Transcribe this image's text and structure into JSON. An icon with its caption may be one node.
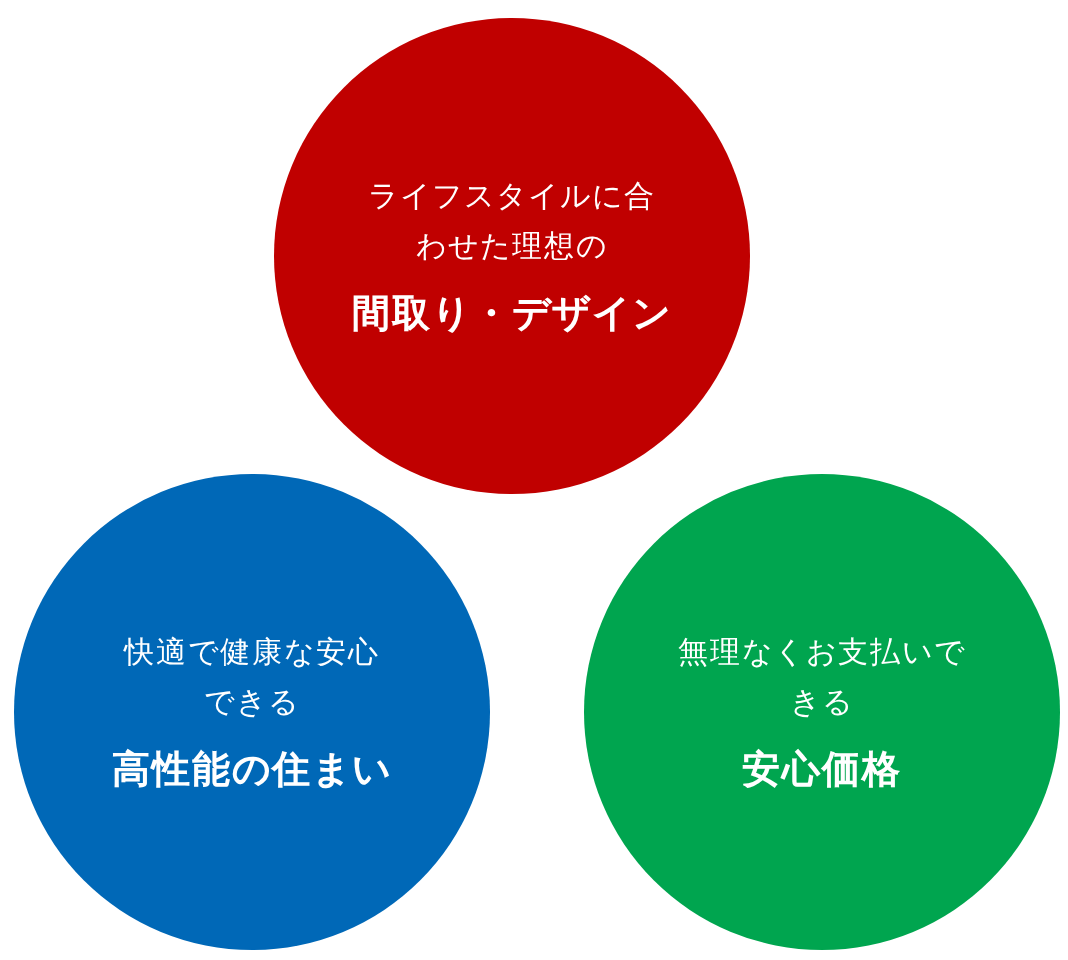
{
  "diagram": {
    "nodes": [
      {
        "text": [
          "ライフスタイルに合わせた理想の",
          "間取り・デザイン"
        ]
      },
      {
        "text": [
          "快適で健康な安心できる",
          "高性能の住まい"
        ]
      },
      {
        "text": [
          "無理なくお支払いできる",
          "安心価格"
        ]
      }
    ]
  }
}
